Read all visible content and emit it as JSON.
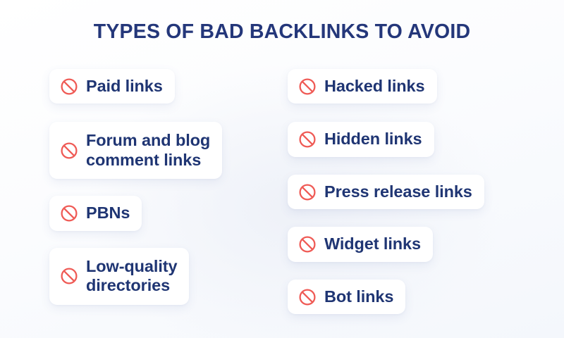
{
  "header": {
    "title": "TYPES OF BAD BACKLINKS TO AVOID"
  },
  "colors": {
    "title": "#24377a",
    "label": "#1f3573",
    "icon_red": "#ef5a55",
    "card_bg": "#ffffff",
    "page_bg": "#f4f7fc"
  },
  "icon": {
    "name": "prohibition-icon"
  },
  "columns": {
    "left": {
      "items": [
        {
          "label": "Paid links",
          "lines": 1
        },
        {
          "label": "Forum and blog\ncomment links",
          "lines": 2
        },
        {
          "label": "PBNs",
          "lines": 1
        },
        {
          "label": "Low-quality\ndirectories",
          "lines": 2
        }
      ]
    },
    "right": {
      "items": [
        {
          "label": "Hacked links",
          "lines": 1
        },
        {
          "label": "Hidden links",
          "lines": 1
        },
        {
          "label": "Press release links",
          "lines": 1
        },
        {
          "label": "Widget links",
          "lines": 1
        },
        {
          "label": "Bot links",
          "lines": 1
        }
      ]
    }
  }
}
